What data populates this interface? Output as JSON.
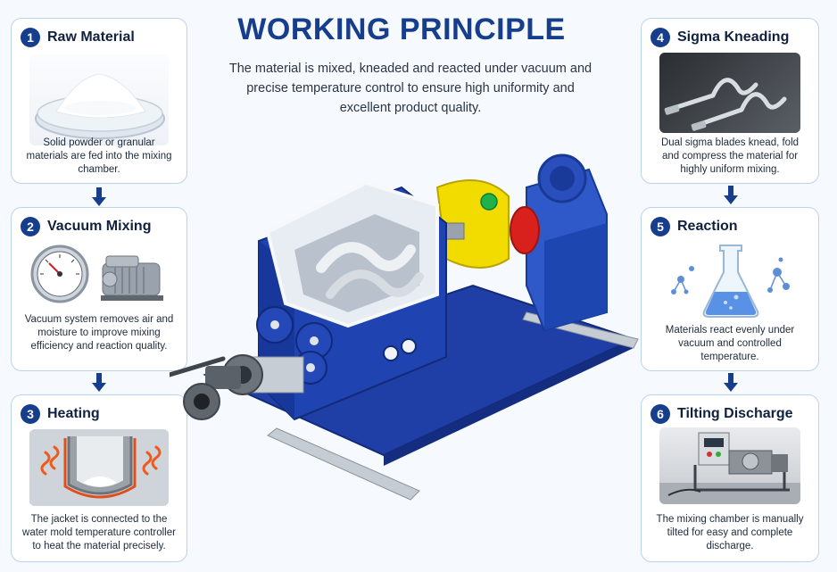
{
  "header": {
    "title": "WORKING PRINCIPLE",
    "subtitle": "The material is mixed, kneaded and reacted under vacuum and precise temperature control to ensure high uniformity and excellent product quality."
  },
  "steps": [
    {
      "number": "1",
      "title": "Raw Material",
      "description": "Solid powder or granular materials are fed into the mixing chamber.",
      "icon": "powder-dish-photo"
    },
    {
      "number": "2",
      "title": "Vacuum Mixing",
      "description": "Vacuum system removes air and moisture to improve mixing efficiency and reaction quality.",
      "icon": "vacuum-gauge-pump-photo"
    },
    {
      "number": "3",
      "title": "Heating",
      "description": "The jacket is connected to the water mold temperature controller to heat the material precisely.",
      "icon": "heating-jacket-photo"
    },
    {
      "number": "4",
      "title": "Sigma Kneading",
      "description": "Dual sigma blades knead, fold and compress the material for highly uniform mixing.",
      "icon": "sigma-blades-photo"
    },
    {
      "number": "5",
      "title": "Reaction",
      "description": "Materials react evenly under vacuum and controlled temperature.",
      "icon": "flask-bubbles-icon"
    },
    {
      "number": "6",
      "title": "Tilting Discharge",
      "description": "The mixing chamber is manually tilted for easy and complete discharge.",
      "icon": "tilting-machine-photo"
    }
  ],
  "colors": {
    "accent": "#163e8c",
    "card_border": "#bcd3ec",
    "machine_blue": "#1e3fa0",
    "coupling_yellow": "#f2dc00",
    "coupling_red": "#d8211d"
  }
}
